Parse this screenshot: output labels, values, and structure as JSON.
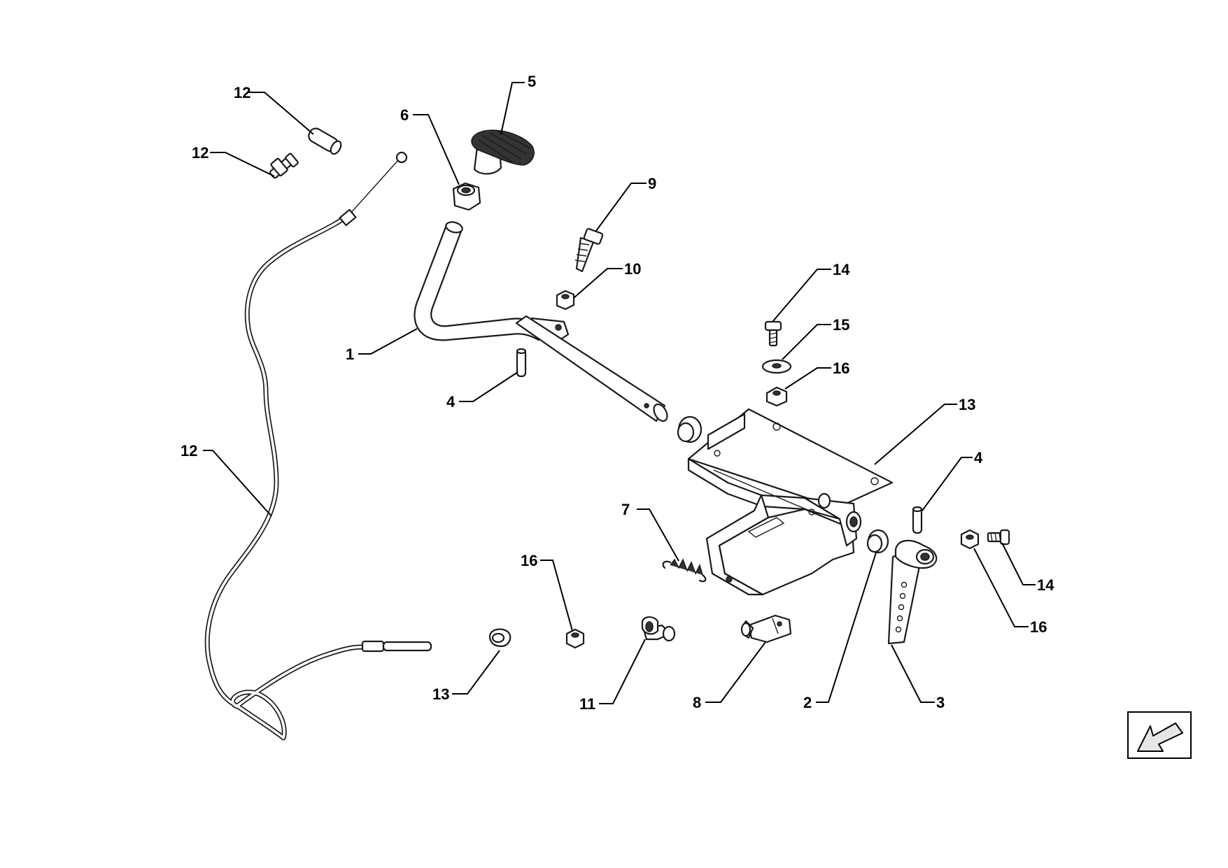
{
  "callouts": [
    {
      "id": "c12a",
      "label": "12"
    },
    {
      "id": "c12b",
      "label": "12"
    },
    {
      "id": "c12c",
      "label": "12"
    },
    {
      "id": "c5",
      "label": "5"
    },
    {
      "id": "c6",
      "label": "6"
    },
    {
      "id": "c9",
      "label": "9"
    },
    {
      "id": "c10",
      "label": "10"
    },
    {
      "id": "c1",
      "label": "1"
    },
    {
      "id": "c4a",
      "label": "4"
    },
    {
      "id": "c14a",
      "label": "14"
    },
    {
      "id": "c15",
      "label": "15"
    },
    {
      "id": "c16a",
      "label": "16"
    },
    {
      "id": "c13a",
      "label": "13"
    },
    {
      "id": "c4b",
      "label": "4"
    },
    {
      "id": "c7",
      "label": "7"
    },
    {
      "id": "c16b",
      "label": "16"
    },
    {
      "id": "c14b",
      "label": "14"
    },
    {
      "id": "c16c",
      "label": "16"
    },
    {
      "id": "c13b",
      "label": "13"
    },
    {
      "id": "c11",
      "label": "11"
    },
    {
      "id": "c8",
      "label": "8"
    },
    {
      "id": "c2",
      "label": "2"
    },
    {
      "id": "c3",
      "label": "3"
    }
  ],
  "icons": {
    "orientation": "direction-arrow-icon"
  }
}
